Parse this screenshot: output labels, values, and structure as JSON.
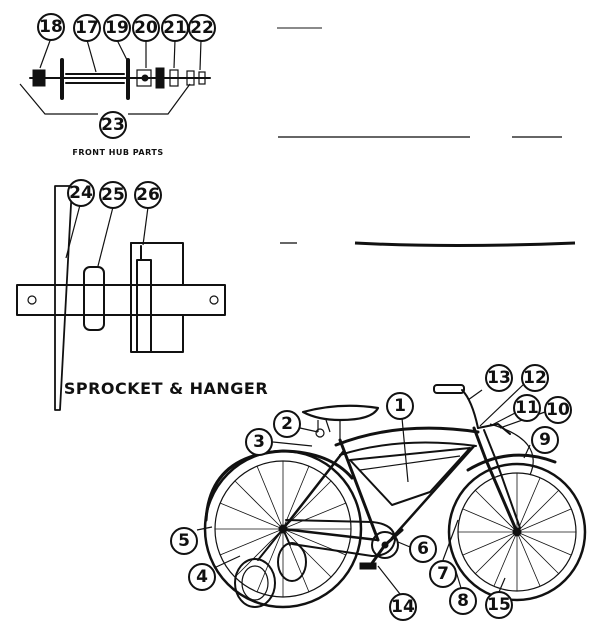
{
  "captions": {
    "front_hub": "FRONT HUB PARTS",
    "sprocket": "SPROCKET & HANGER"
  },
  "callouts": [
    {
      "id": "c18",
      "label": "18"
    },
    {
      "id": "c17",
      "label": "17"
    },
    {
      "id": "c19",
      "label": "19"
    },
    {
      "id": "c20",
      "label": "20"
    },
    {
      "id": "c21",
      "label": "21"
    },
    {
      "id": "c22",
      "label": "22"
    },
    {
      "id": "c23",
      "label": "23"
    },
    {
      "id": "c24",
      "label": "24"
    },
    {
      "id": "c25",
      "label": "25"
    },
    {
      "id": "c26",
      "label": "26"
    },
    {
      "id": "c13",
      "label": "13"
    },
    {
      "id": "c12",
      "label": "12"
    },
    {
      "id": "c11",
      "label": "11"
    },
    {
      "id": "c10",
      "label": "10"
    },
    {
      "id": "c1",
      "label": "1"
    },
    {
      "id": "c2",
      "label": "2"
    },
    {
      "id": "c3",
      "label": "3"
    },
    {
      "id": "c9",
      "label": "9"
    },
    {
      "id": "c5",
      "label": "5"
    },
    {
      "id": "c6",
      "label": "6"
    },
    {
      "id": "c7",
      "label": "7"
    },
    {
      "id": "c4",
      "label": "4"
    },
    {
      "id": "c14",
      "label": "14"
    },
    {
      "id": "c8",
      "label": "8"
    },
    {
      "id": "c15",
      "label": "15"
    }
  ]
}
